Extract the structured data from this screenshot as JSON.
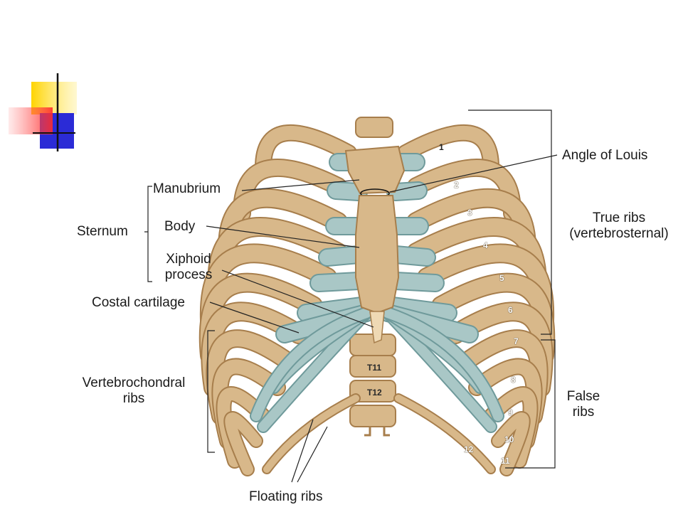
{
  "diagram": {
    "labels": {
      "manubrium": "Manubrium",
      "sternum": "Sternum",
      "body": "Body",
      "xiphoid_line1": "Xiphoid",
      "xiphoid_line2": "process",
      "costal_cartilage": "Costal cartilage",
      "vertebrochondral_line1": "Vertebrochondral",
      "vertebrochondral_line2": "ribs",
      "floating_ribs": "Floating ribs",
      "angle_of_louis": "Angle of Louis",
      "true_ribs_line1": "True ribs",
      "true_ribs_line2": "(vertebrosternal)",
      "false_ribs_line1": "False",
      "false_ribs_line2": "ribs"
    },
    "rib_numbers": [
      "1",
      "2",
      "3",
      "4",
      "5",
      "6",
      "7",
      "8",
      "9",
      "10",
      "11",
      "12"
    ],
    "vertebra_labels": [
      "T11",
      "T12"
    ],
    "colors": {
      "bone": "#d8b88a",
      "bone_shadow": "#a77e4c",
      "cartilage": "#a9c7c6",
      "cartilage_shadow": "#6f9a9b",
      "line": "#222222"
    }
  },
  "logo": {
    "colors": [
      "#ffd400",
      "#ff3b3b",
      "#2424d0"
    ]
  }
}
